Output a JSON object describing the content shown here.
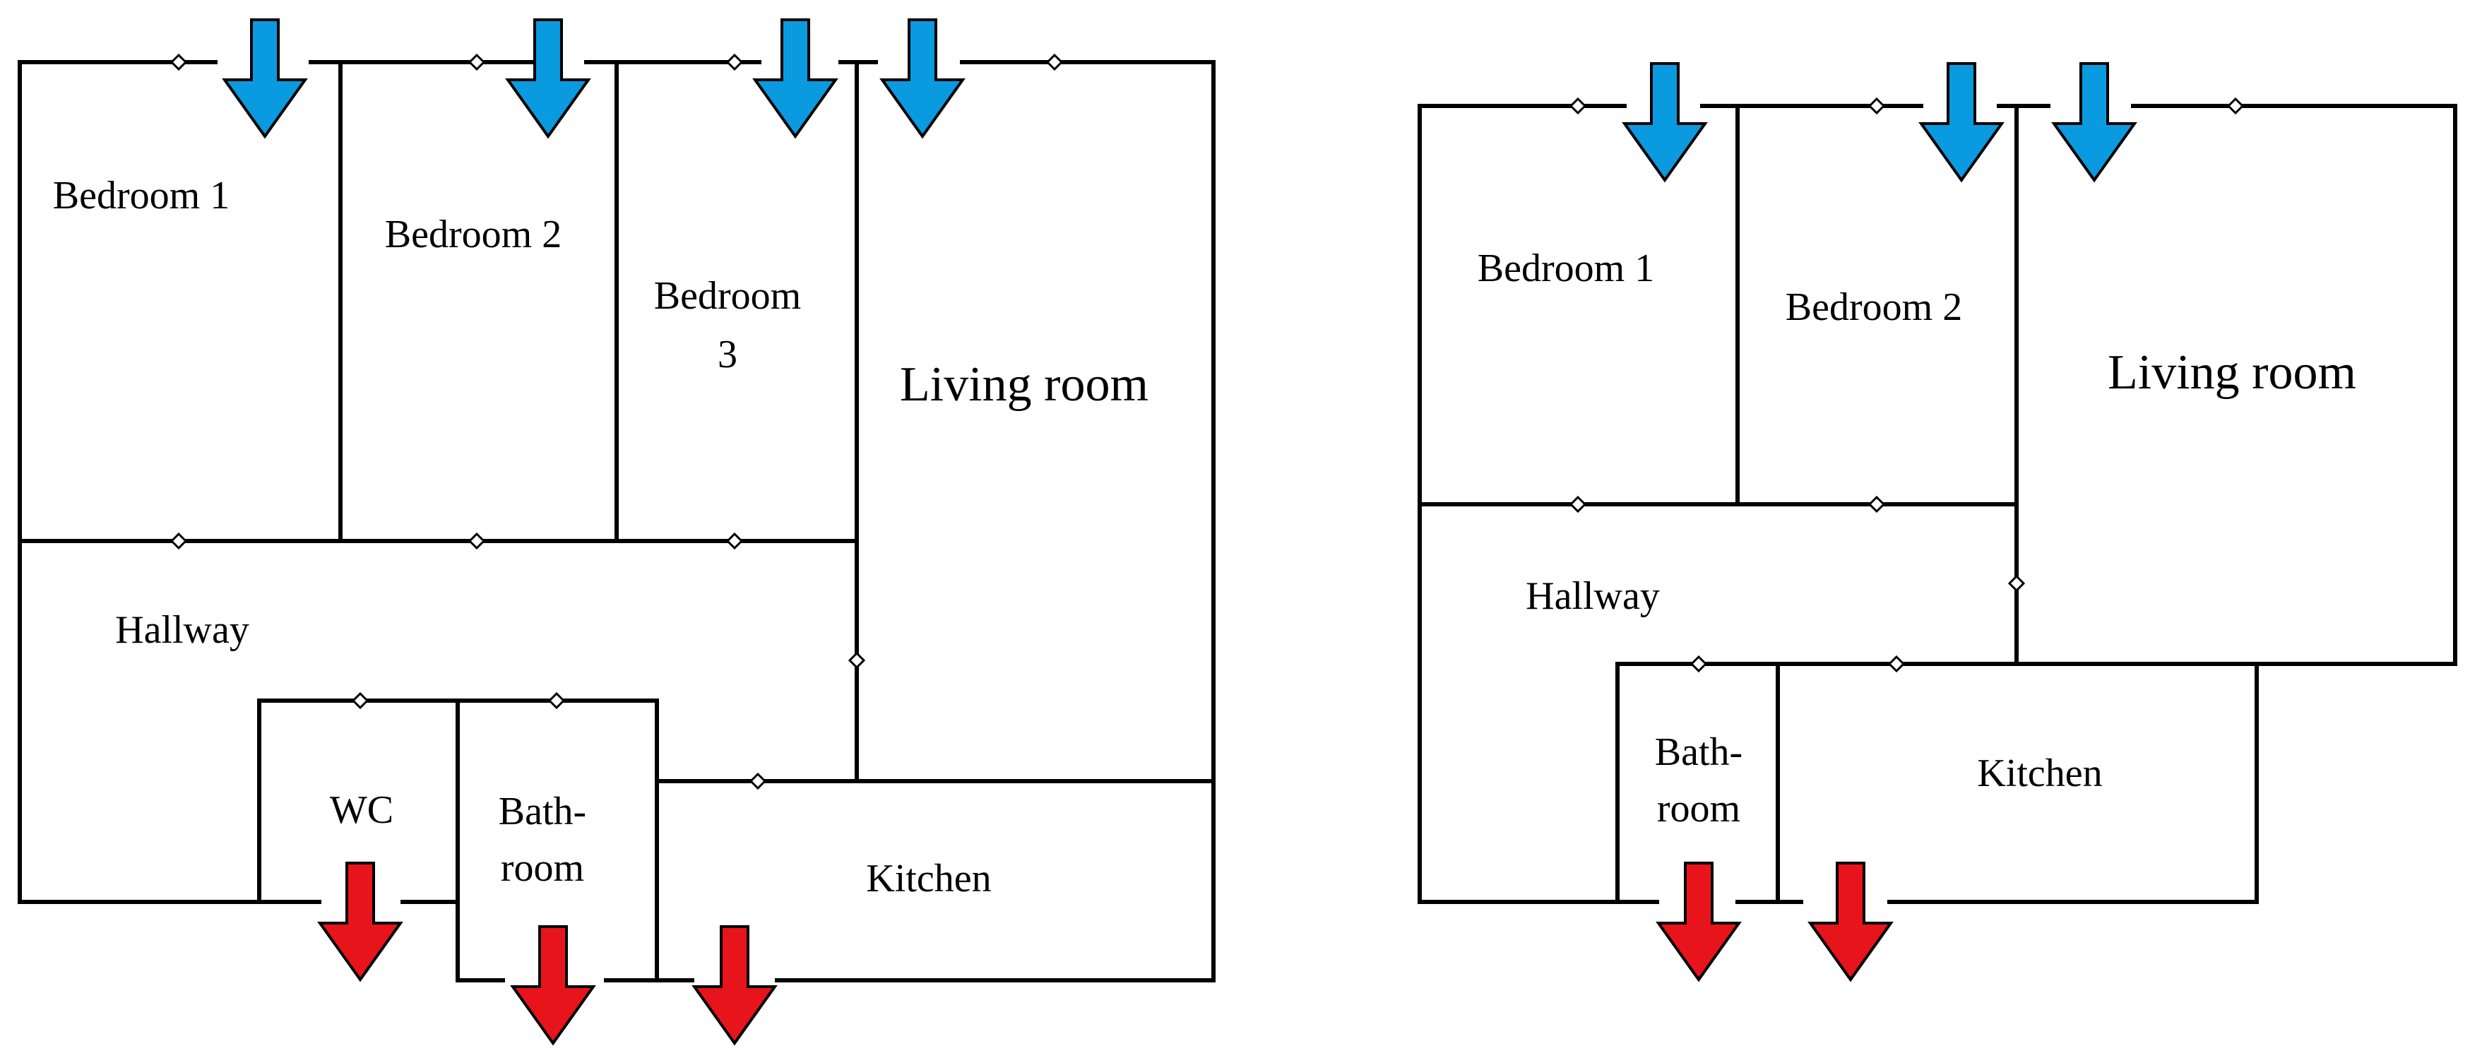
{
  "colors": {
    "wall": "#000000",
    "background": "#ffffff",
    "supply_arrow": "#0a9ae0",
    "exhaust_arrow": "#e8141c",
    "arrow_outline": "#000000"
  },
  "icons": {
    "supply_arrow": "arrow-down-icon",
    "exhaust_arrow": "arrow-down-icon"
  },
  "plans": [
    {
      "id": "plan-a",
      "rooms": [
        {
          "id": "bedroom-1",
          "label": [
            "Bedroom 1"
          ]
        },
        {
          "id": "bedroom-2",
          "label": [
            "Bedroom 2"
          ]
        },
        {
          "id": "bedroom-3",
          "label": [
            "Bedroom",
            "3"
          ]
        },
        {
          "id": "living-room",
          "label": [
            "Living room"
          ]
        },
        {
          "id": "hallway",
          "label": [
            "Hallway"
          ]
        },
        {
          "id": "wc",
          "label": [
            "WC"
          ]
        },
        {
          "id": "bathroom",
          "label": [
            "Bath-",
            "room"
          ]
        },
        {
          "id": "kitchen",
          "label": [
            "Kitchen"
          ]
        }
      ],
      "supply_arrow_count": 4,
      "exhaust_arrow_count": 3
    },
    {
      "id": "plan-b",
      "rooms": [
        {
          "id": "bedroom-1",
          "label": [
            "Bedroom 1"
          ]
        },
        {
          "id": "bedroom-2",
          "label": [
            "Bedroom 2"
          ]
        },
        {
          "id": "living-room",
          "label": [
            "Living room"
          ]
        },
        {
          "id": "hallway",
          "label": [
            "Hallway"
          ]
        },
        {
          "id": "bathroom",
          "label": [
            "Bath-",
            "room"
          ]
        },
        {
          "id": "kitchen",
          "label": [
            "Kitchen"
          ]
        }
      ],
      "supply_arrow_count": 3,
      "exhaust_arrow_count": 2
    }
  ]
}
